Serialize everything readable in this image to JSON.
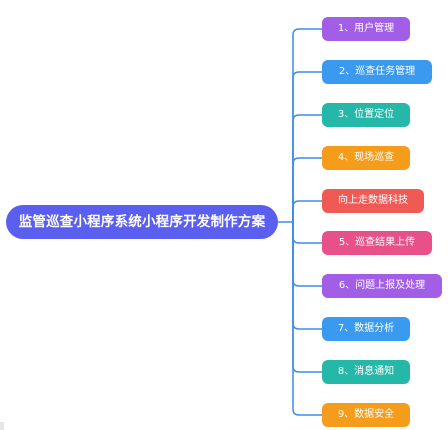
{
  "root": {
    "label": "监管巡查小程序系统小程序开发制作方案",
    "color": "#5b5ff0"
  },
  "line_color": "#3a8ee6",
  "branches": [
    {
      "label": "1、用户管理",
      "color": "#a35ee8"
    },
    {
      "label": "2、巡查任务管理",
      "color": "#3a9af0"
    },
    {
      "label": "3、位置定位",
      "color": "#25b8a8"
    },
    {
      "label": "4、现场巡查",
      "color": "#f59c1a"
    },
    {
      "label": "向上走数据科技",
      "color": "#f05a55"
    },
    {
      "label": "5、巡查结果上传",
      "color": "#e8508a"
    },
    {
      "label": "6、问题上报及处理",
      "color": "#a35ee8"
    },
    {
      "label": "7、数据分析",
      "color": "#3a9af0"
    },
    {
      "label": "8、消息通知",
      "color": "#25b8a8"
    },
    {
      "label": "9、数据安全",
      "color": "#f59c1a"
    }
  ]
}
